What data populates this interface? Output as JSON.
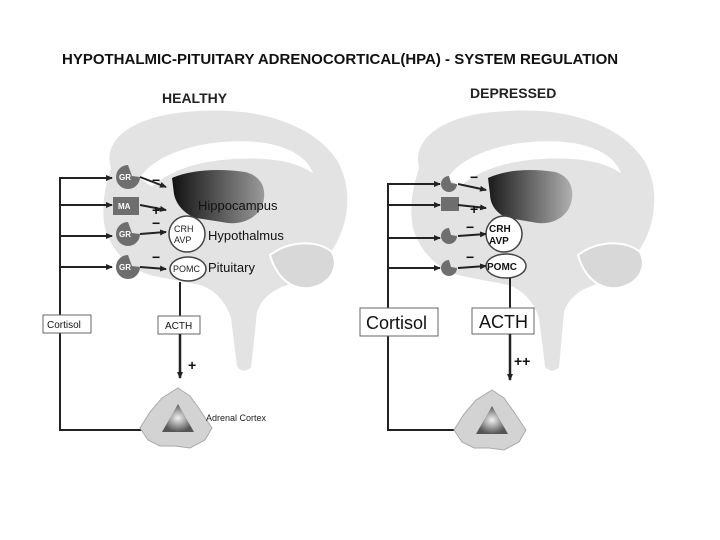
{
  "title": "HYPOTHALMIC-PITUITARY ADRENOCORTICAL(HPA) - SYSTEM REGULATION",
  "healthy": {
    "heading": "HEALTHY",
    "receptors": [
      "GR",
      "MA",
      "GR",
      "GR"
    ],
    "signs": [
      "−",
      "+",
      "−",
      "−"
    ],
    "labels": {
      "hippocampus": "Hippocampus",
      "hypothalmus": "Hypothalmus",
      "pituitary": "Pituitary",
      "crh": "CRH",
      "avp": "AVP",
      "pomc": "POMC",
      "acth": "ACTH",
      "cortisol": "Cortisol",
      "acth_sign": "+",
      "adrenal": "Adrenal Cortex"
    }
  },
  "depressed": {
    "heading": "DEPRESSED",
    "signs": [
      "−",
      "+",
      "−",
      "−"
    ],
    "labels": {
      "crh": "CRH",
      "avp": "AVP",
      "pomc": "POMC",
      "acth": "ACTH",
      "cortisol": "Cortisol",
      "acth_sign": "++"
    }
  },
  "colors": {
    "brain": "#e3e3e3",
    "brain_outline": "#ffffff",
    "receptor": "#6e6e6e",
    "arrow": "#222222",
    "adrenal": "#d0d0d0"
  }
}
